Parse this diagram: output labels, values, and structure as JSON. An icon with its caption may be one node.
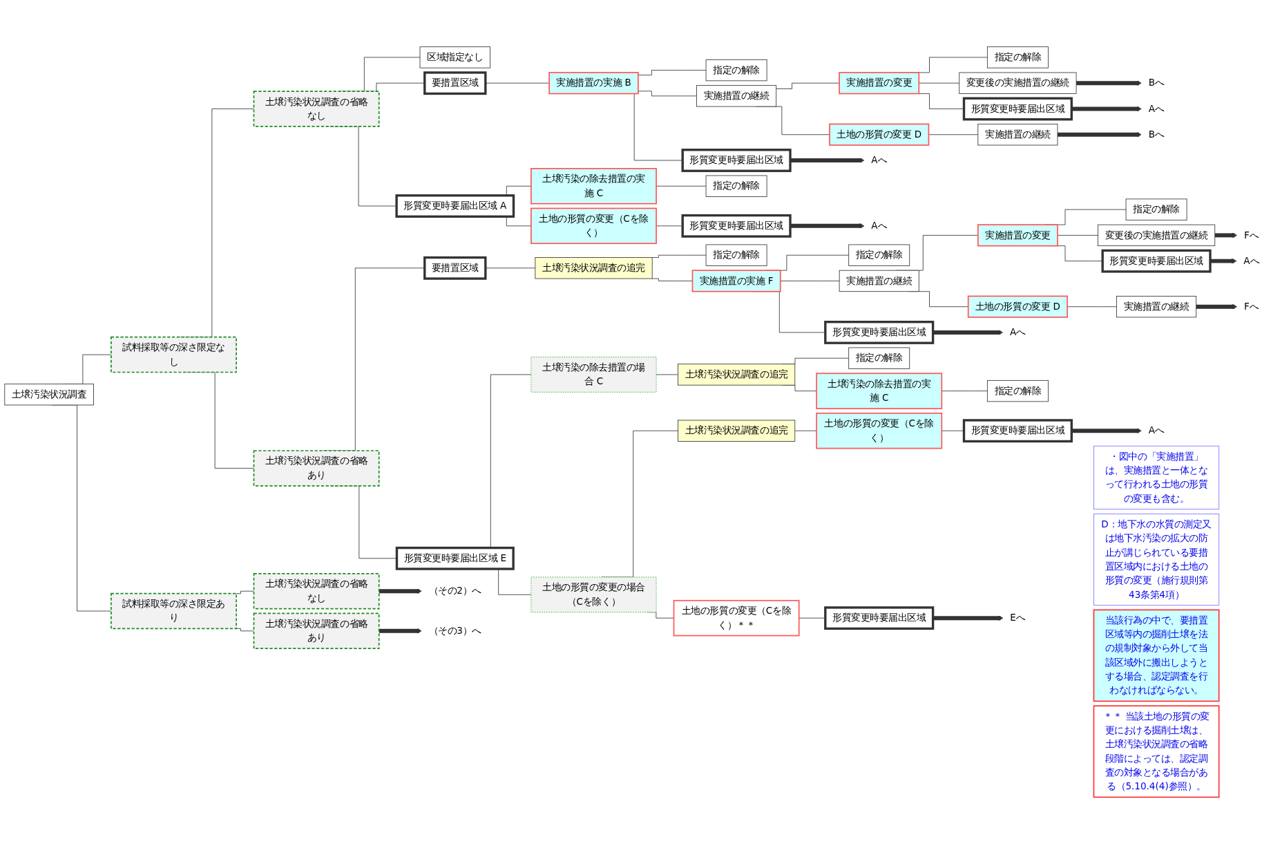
{
  "diagram": {
    "nodes": [
      {
        "text": [
          "土壌汚染状況調査"
        ]
      },
      {
        "text": [
          "試料採取等の深さ限定なし"
        ]
      },
      {
        "text": [
          "土壌汚染状況調査の省略なし"
        ]
      },
      {
        "text": [
          "区域指定なし"
        ]
      },
      {
        "text": [
          "要措置区域"
        ]
      },
      {
        "text": [
          "実施措置の実施 B"
        ]
      },
      {
        "text": [
          "指定の解除"
        ]
      },
      {
        "text": [
          "実施措置の継続"
        ]
      },
      {
        "text": [
          "実施措置の変更"
        ]
      },
      {
        "text": [
          "指定の解除"
        ]
      },
      {
        "text": [
          "変更後の実施措置の継続"
        ]
      },
      {
        "text": [
          "Bへ"
        ]
      },
      {
        "text": [
          "形質変更時要届出区域"
        ]
      },
      {
        "text": [
          "Aへ"
        ]
      },
      {
        "text": [
          "土地の形質の変更 D"
        ]
      },
      {
        "text": [
          "実施措置の継続"
        ]
      },
      {
        "text": [
          "Bへ"
        ]
      },
      {
        "text": [
          "形質変更時要届出区域"
        ]
      },
      {
        "text": [
          "Aへ"
        ]
      },
      {
        "text": [
          "形質変更時要届出区域 A"
        ]
      },
      {
        "text": [
          "土壌汚染の除去措置の実施 C"
        ]
      },
      {
        "text": [
          "指定の解除"
        ]
      },
      {
        "text": [
          "土地の形質の変更（Cを除く）"
        ]
      },
      {
        "text": [
          "形質変更時要届出区域"
        ]
      },
      {
        "text": [
          "Aへ"
        ]
      },
      {
        "text": [
          "土壌汚染状況調査の省略あり"
        ]
      },
      {
        "text": [
          "要措置区域"
        ]
      },
      {
        "text": [
          "土壌汚染状況調査の追完"
        ]
      },
      {
        "text": [
          "指定の解除"
        ]
      },
      {
        "text": [
          "実施措置の実施 F"
        ]
      },
      {
        "text": [
          "指定の解除"
        ]
      },
      {
        "text": [
          "実施措置の継続"
        ]
      },
      {
        "text": [
          "実施措置の変更"
        ]
      },
      {
        "text": [
          "指定の解除"
        ]
      },
      {
        "text": [
          "変更後の実施措置の継続"
        ]
      },
      {
        "text": [
          "Fへ"
        ]
      },
      {
        "text": [
          "形質変更時要届出区域"
        ]
      },
      {
        "text": [
          "Aへ"
        ]
      },
      {
        "text": [
          "土地の形質の変更 D"
        ]
      },
      {
        "text": [
          "実施措置の継続"
        ]
      },
      {
        "text": [
          "Fへ"
        ]
      },
      {
        "text": [
          "形質変更時要届出区域"
        ]
      },
      {
        "text": [
          "Aへ"
        ]
      },
      {
        "text": [
          "形質変更時要届出区域 E"
        ]
      },
      {
        "text": [
          "土壌汚染の除去措置の場合 C"
        ]
      },
      {
        "text": [
          "土壌汚染状況調査の追完"
        ]
      },
      {
        "text": [
          "指定の解除"
        ]
      },
      {
        "text": [
          "土壌汚染の除去措置の実施 C"
        ]
      },
      {
        "text": [
          "指定の解除"
        ]
      },
      {
        "text": [
          "土地の形質の変更の場合（Cを除く）"
        ]
      },
      {
        "text": [
          "土壌汚染状況調査の追完"
        ]
      },
      {
        "text": [
          "土地の形質の変更（Cを除く）"
        ]
      },
      {
        "text": [
          "形質変更時要届出区域"
        ]
      },
      {
        "text": [
          "Aへ"
        ]
      },
      {
        "text": [
          "土地の形質の変更（Cを除く）＊＊"
        ]
      },
      {
        "text": [
          "形質変更時要届出区域"
        ]
      },
      {
        "text": [
          "Eへ"
        ]
      },
      {
        "text": [
          "試料採取等の深さ限定あり"
        ]
      },
      {
        "text": [
          "土壌汚染状況調査の省略なし"
        ]
      },
      {
        "text": [
          "（その2）へ"
        ]
      },
      {
        "text": [
          "土壌汚染状況調査の省略あり"
        ]
      },
      {
        "text": [
          "（その3）へ"
        ]
      },
      {
        "text": [
          "・図中の「実施措置」は、実施措置と一体となって行われる土地の形質の変更も含む。"
        ]
      },
      {
        "text": [
          "D：地下水の水質の測定又は地下水汚染の拡大の防止が講じられている要措置区域内における土地の形質の変更（施行規則第43条第4項）"
        ]
      },
      {
        "text": [
          "当該行為の中で、要措置区域等内の掘削土壌を法の規制対象から外して当該区域外に搬出しようとする場合、認定調査を行わなければならない。"
        ]
      },
      {
        "text": [
          "＊＊ 当該土地の形質の変更における掘削土壌は、土壌汚染状況調査の省略段階によっては、認定調査の対象となる場合がある（5.10.4(4)参照）。"
        ]
      }
    ],
    "edges": [
      {
        "from": 0,
        "to": 1,
        "arrow": "none"
      },
      {
        "from": 0,
        "to": 57,
        "arrow": "none"
      },
      {
        "from": 1,
        "to": 2,
        "arrow": "none"
      },
      {
        "from": 1,
        "to": 25,
        "arrow": "none"
      },
      {
        "from": 2,
        "to": 3,
        "arrow": "none"
      },
      {
        "from": 2,
        "to": 4,
        "arrow": "none"
      },
      {
        "from": 2,
        "to": 19,
        "arrow": "none"
      },
      {
        "from": 4,
        "to": 5,
        "arrow": "none"
      },
      {
        "from": 5,
        "to": 6,
        "arrow": "none"
      },
      {
        "from": 5,
        "to": 7,
        "arrow": "none"
      },
      {
        "from": 5,
        "to": 17,
        "arrow": "none"
      },
      {
        "from": 7,
        "to": 8,
        "arrow": "none"
      },
      {
        "from": 7,
        "to": 14,
        "arrow": "none"
      },
      {
        "from": 8,
        "to": 9,
        "arrow": "none"
      },
      {
        "from": 8,
        "to": 10,
        "arrow": "none"
      },
      {
        "from": 8,
        "to": 12,
        "arrow": "none"
      },
      {
        "from": 10,
        "to": 11,
        "arrow": "to",
        "style": "thick"
      },
      {
        "from": 12,
        "to": 13,
        "arrow": "to",
        "style": "thick"
      },
      {
        "from": 14,
        "to": 15,
        "arrow": "none"
      },
      {
        "from": 15,
        "to": 16,
        "arrow": "to",
        "style": "thick"
      },
      {
        "from": 17,
        "to": 18,
        "arrow": "to",
        "style": "thick"
      },
      {
        "from": 19,
        "to": 20,
        "arrow": "none"
      },
      {
        "from": 19,
        "to": 22,
        "arrow": "none"
      },
      {
        "from": 20,
        "to": 21,
        "arrow": "none"
      },
      {
        "from": 22,
        "to": 23,
        "arrow": "none"
      },
      {
        "from": 23,
        "to": 24,
        "arrow": "to",
        "style": "thick"
      },
      {
        "from": 25,
        "to": 26,
        "arrow": "none"
      },
      {
        "from": 25,
        "to": 43,
        "arrow": "none"
      },
      {
        "from": 26,
        "to": 27,
        "arrow": "none"
      },
      {
        "from": 27,
        "to": 28,
        "arrow": "none"
      },
      {
        "from": 27,
        "to": 29,
        "arrow": "none"
      },
      {
        "from": 29,
        "to": 30,
        "arrow": "none"
      },
      {
        "from": 29,
        "to": 31,
        "arrow": "none"
      },
      {
        "from": 29,
        "to": 41,
        "arrow": "none"
      },
      {
        "from": 31,
        "to": 32,
        "arrow": "none"
      },
      {
        "from": 31,
        "to": 38,
        "arrow": "none"
      },
      {
        "from": 32,
        "to": 33,
        "arrow": "none"
      },
      {
        "from": 32,
        "to": 34,
        "arrow": "none"
      },
      {
        "from": 32,
        "to": 36,
        "arrow": "none"
      },
      {
        "from": 34,
        "to": 35,
        "arrow": "to",
        "style": "thick"
      },
      {
        "from": 36,
        "to": 37,
        "arrow": "to",
        "style": "thick"
      },
      {
        "from": 38,
        "to": 39,
        "arrow": "none"
      },
      {
        "from": 39,
        "to": 40,
        "arrow": "to",
        "style": "thick"
      },
      {
        "from": 41,
        "to": 42,
        "arrow": "to",
        "style": "thick"
      },
      {
        "from": 43,
        "to": 44,
        "arrow": "none"
      },
      {
        "from": 43,
        "to": 49,
        "arrow": "none"
      },
      {
        "from": 44,
        "to": 45,
        "arrow": "none"
      },
      {
        "from": 45,
        "to": 46,
        "arrow": "none"
      },
      {
        "from": 45,
        "to": 47,
        "arrow": "none"
      },
      {
        "from": 47,
        "to": 48,
        "arrow": "none"
      },
      {
        "from": 49,
        "to": 50,
        "arrow": "none"
      },
      {
        "from": 49,
        "to": 54,
        "arrow": "none"
      },
      {
        "from": 50,
        "to": 51,
        "arrow": "none"
      },
      {
        "from": 51,
        "to": 52,
        "arrow": "none"
      },
      {
        "from": 52,
        "to": 53,
        "arrow": "to",
        "style": "thick"
      },
      {
        "from": 54,
        "to": 55,
        "arrow": "none"
      },
      {
        "from": 55,
        "to": 56,
        "arrow": "to",
        "style": "thick"
      },
      {
        "from": 57,
        "to": 58,
        "arrow": "none"
      },
      {
        "from": 57,
        "to": 60,
        "arrow": "none"
      },
      {
        "from": 58,
        "to": 59,
        "arrow": "to",
        "style": "thick"
      },
      {
        "from": 60,
        "to": 61,
        "arrow": "to",
        "style": "thick"
      }
    ]
  }
}
